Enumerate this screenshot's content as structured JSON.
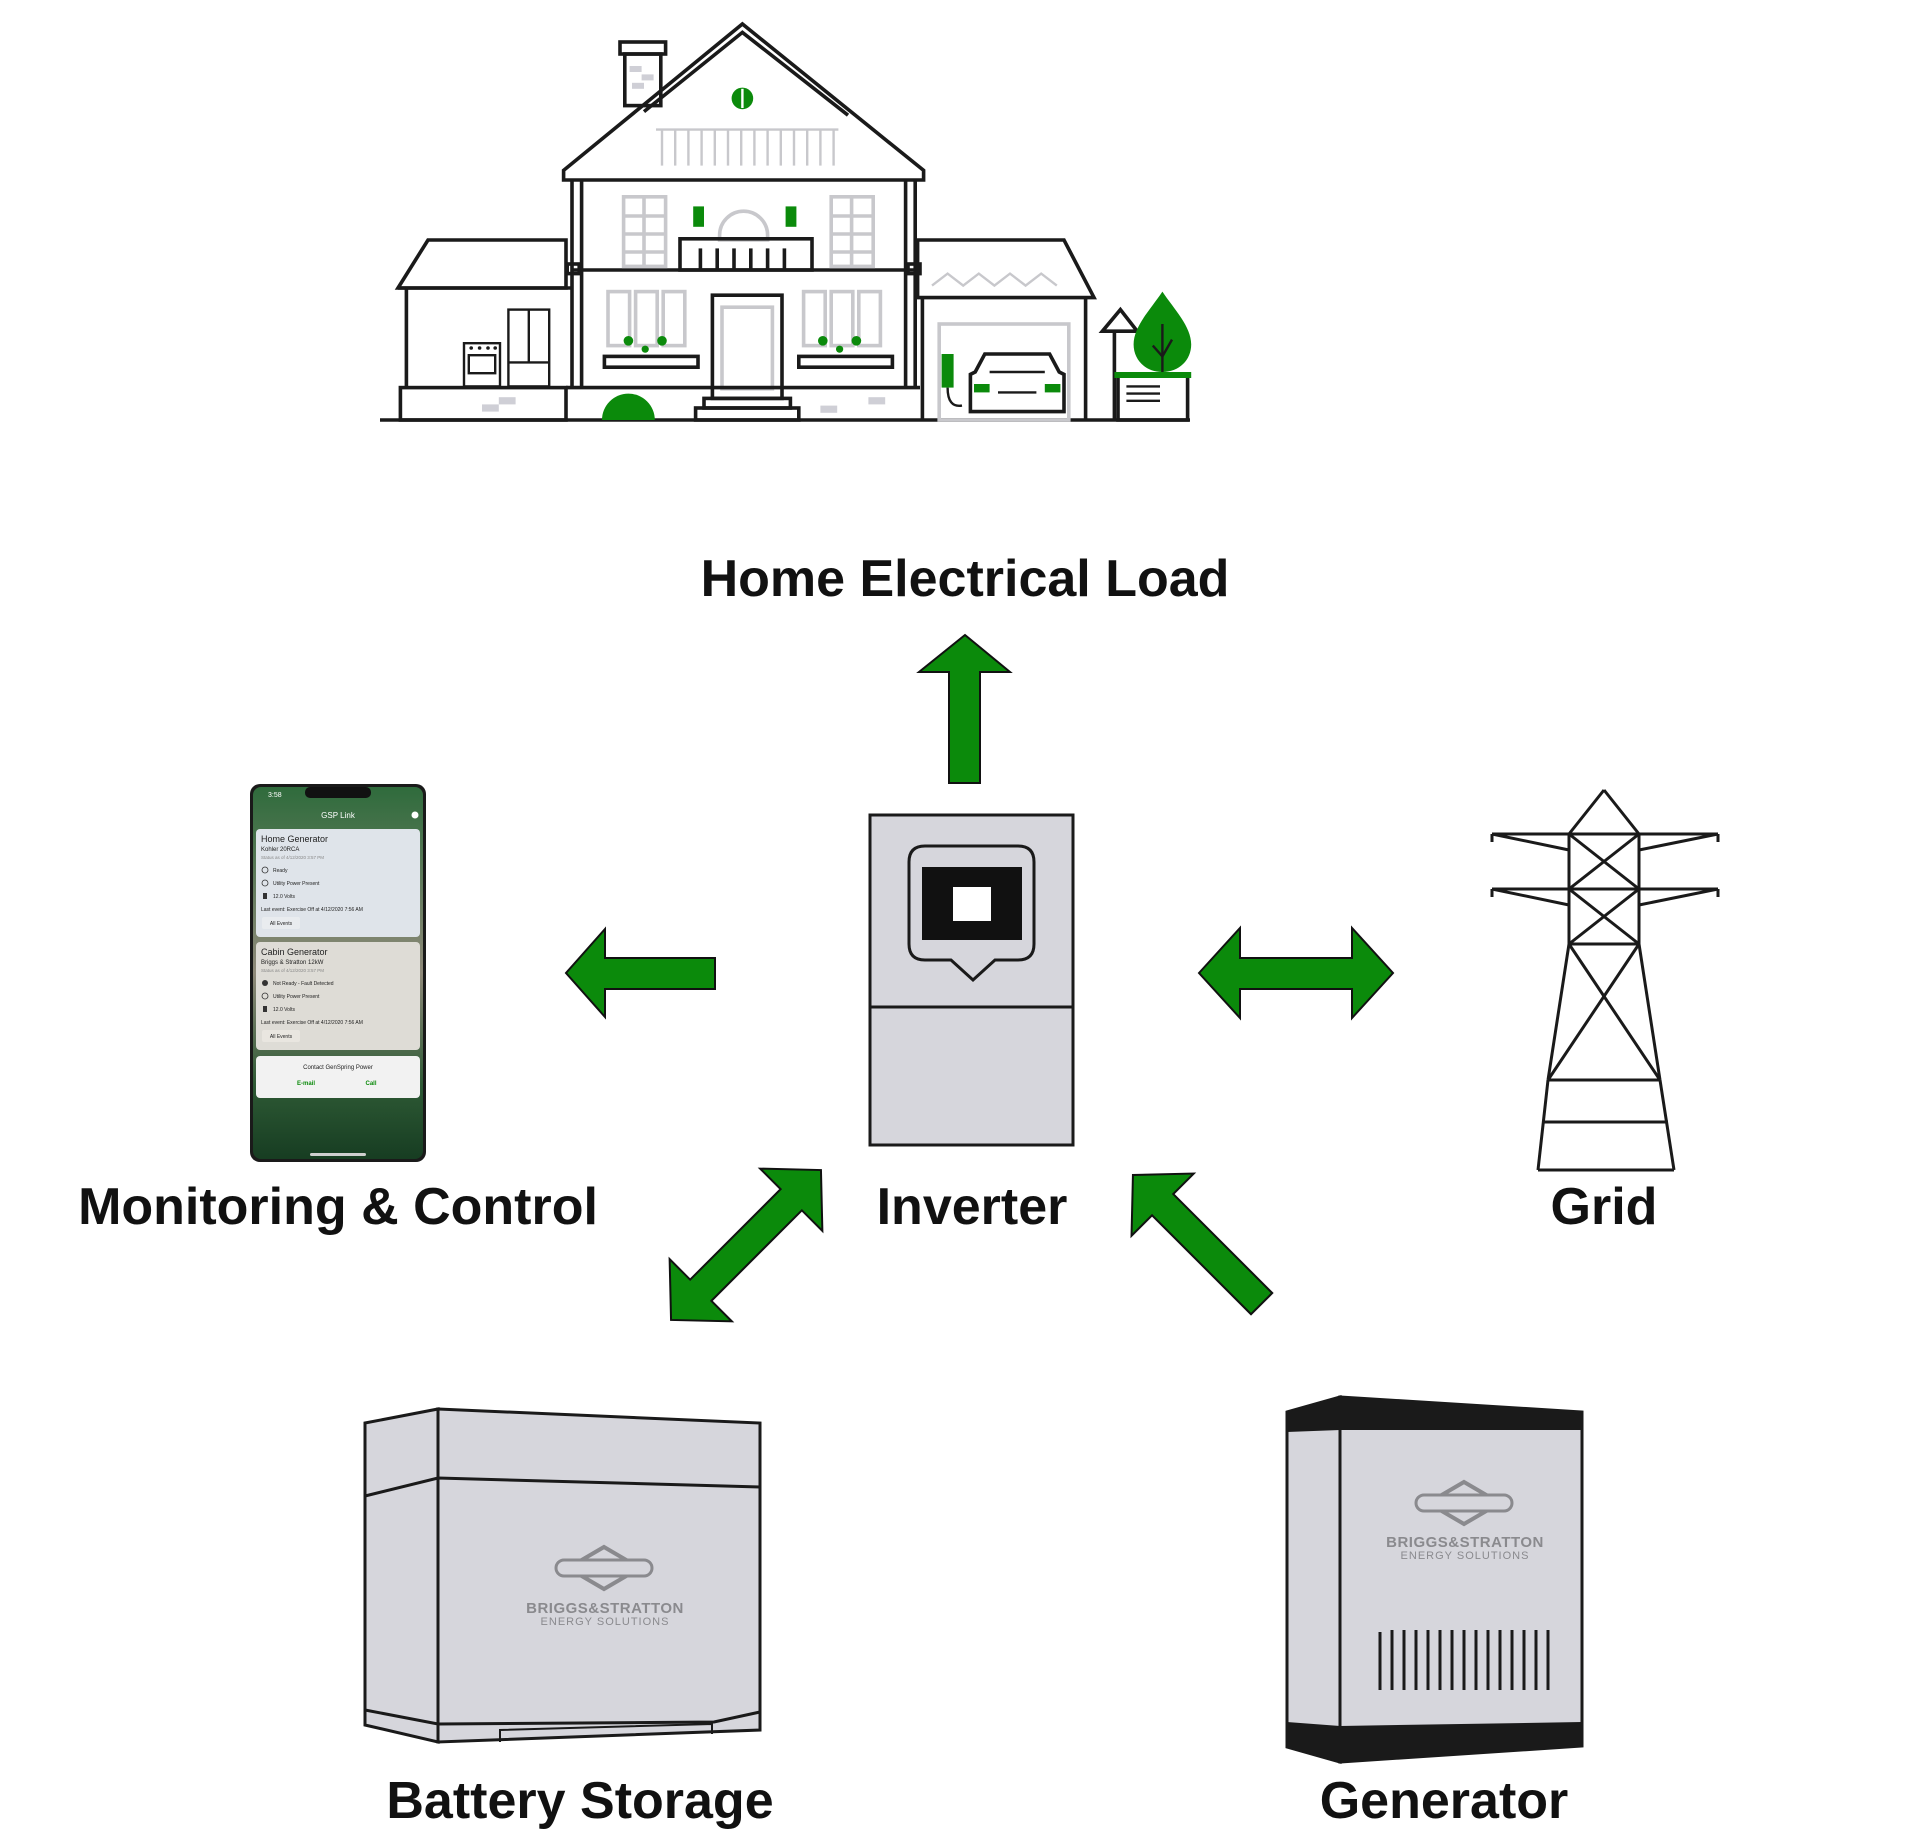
{
  "nodes": {
    "home": {
      "label": "Home Electrical Load"
    },
    "inverter": {
      "label": "Inverter"
    },
    "monitoring": {
      "label": "Monitoring & Control"
    },
    "grid": {
      "label": "Grid"
    },
    "battery": {
      "label": "Battery Storage"
    },
    "generator": {
      "label": "Generator"
    }
  },
  "branding": {
    "brand": "BRIGGS&STRATTON",
    "sub": "ENERGY SOLUTIONS"
  },
  "phone": {
    "time": "3:58",
    "app_title": "GSP Link",
    "cards": [
      {
        "title": "Home Generator",
        "model": "Kohler 20RCA",
        "status_as_of": "Status as of 4/12/2020 3:57 PM",
        "rows": [
          "Ready",
          "Utility Power Present",
          "12.0 Volts"
        ],
        "last_event": "Last event: Exercise Off at 4/12/2020 7:56 AM",
        "button": "All Events"
      },
      {
        "title": "Cabin Generator",
        "model": "Briggs & Stratton 12kW",
        "status_as_of": "Status as of 4/12/2020 3:57 PM",
        "rows": [
          "Not Ready - Fault Detected",
          "Utility Power Present",
          "12.0 Volts"
        ],
        "last_event": "Last event: Exercise Off at 4/12/2020 7:56 AM",
        "button": "All Events"
      }
    ],
    "contact": {
      "title": "Contact GenSpring Power",
      "email": "E-mail",
      "call": "Call"
    }
  },
  "colors": {
    "accent_green": "#0b8a0b",
    "unit_gray": "#d6d6dc",
    "phone_green": "#2f6b3c"
  }
}
